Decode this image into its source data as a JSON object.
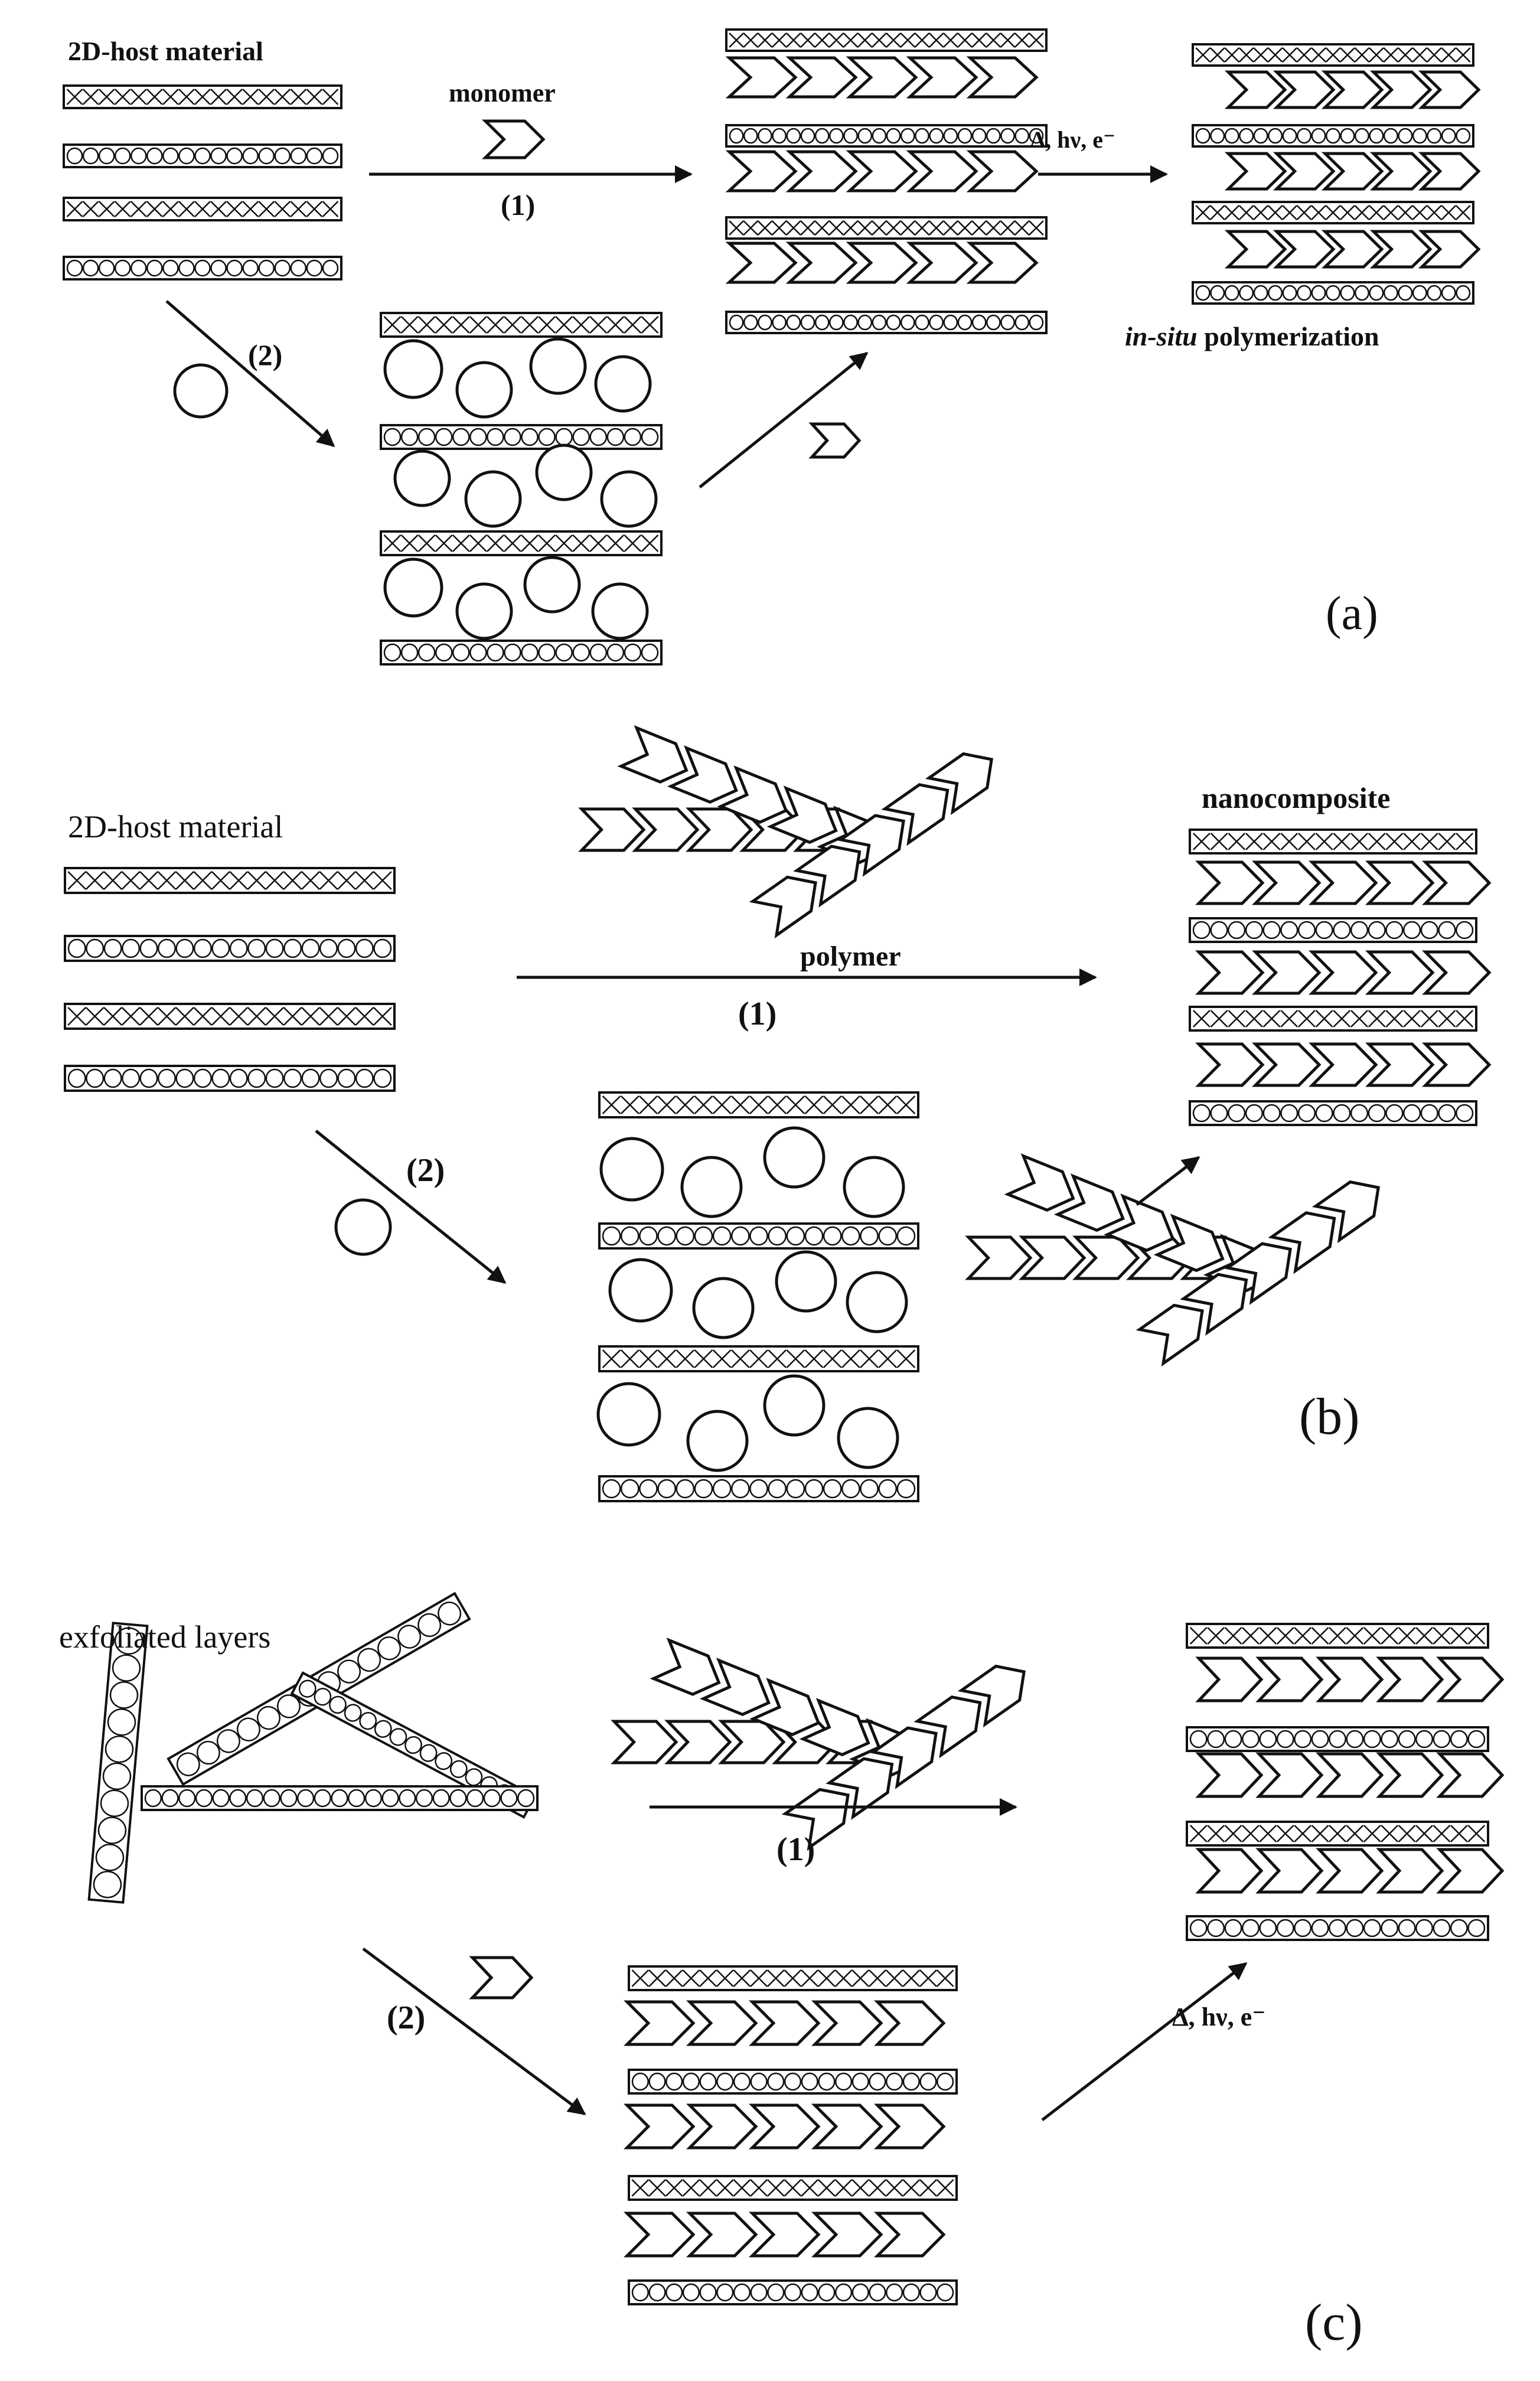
{
  "colors": {
    "ink": "#111111",
    "background": "#ffffff"
  },
  "panel_a": {
    "host_label": "2D-host material",
    "monomer_label": "monomer",
    "path1_label": "(1)",
    "path2_label": "(2)",
    "conditions_label": "Δ, hν, e⁻",
    "result_label_italic": "in-situ",
    "result_label_rest": " polymerization",
    "panel_tag": "(a)"
  },
  "panel_b": {
    "host_label": "2D-host material",
    "polymer_label": "polymer",
    "path1_label": "(1)",
    "path2_label": "(2)",
    "result_label": "nanocomposite",
    "panel_tag": "(b)"
  },
  "panel_c": {
    "host_label": "exfoliated layers",
    "path1_label": "(1)",
    "path2_label": "(2)",
    "conditions_label": "Δ, hν, e⁻",
    "panel_tag": "(c)"
  },
  "icons": [
    "host-layer-icon",
    "solvent-molecule-icon",
    "monomer-chevron-icon",
    "polymer-chain-icon",
    "arrow-icon"
  ]
}
